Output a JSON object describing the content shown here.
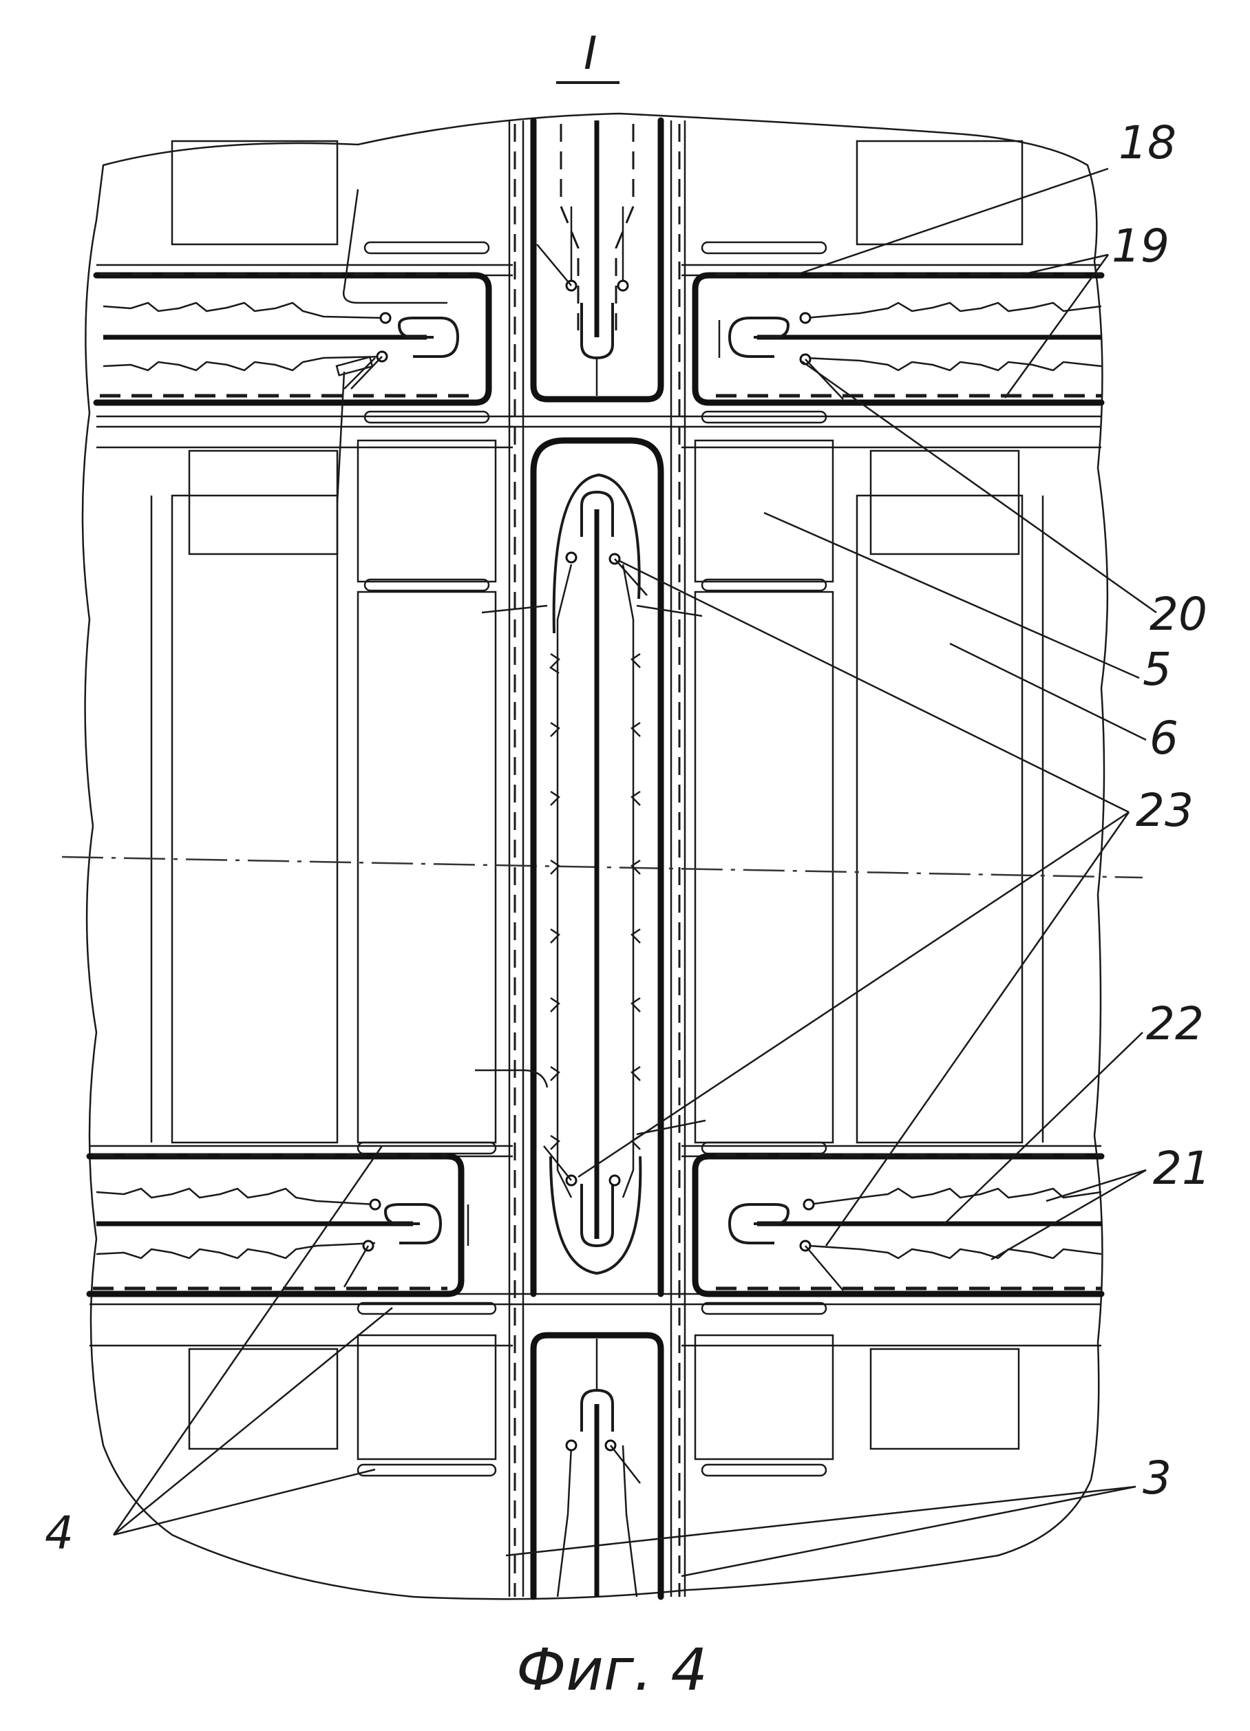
{
  "section_label": "I",
  "caption": "Фиг. 4",
  "callouts": {
    "c18": "18",
    "c19": "19",
    "c20": "20",
    "c5": "5",
    "c6": "6",
    "c23": "23",
    "c22": "22",
    "c21": "21",
    "c3": "3",
    "c4": "4"
  },
  "colors": {
    "ink": "#1a1a1a",
    "paper": "#ffffff"
  }
}
